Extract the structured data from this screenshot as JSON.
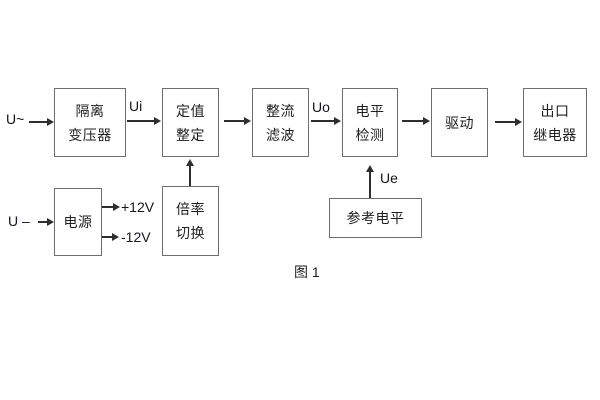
{
  "figure": {
    "caption": "图 1"
  },
  "colors": {
    "background": "#ffffff",
    "box_border": "#6e6e6e",
    "arrow_line": "#2e2e2e",
    "text": "#1f1f1f"
  },
  "blocks": {
    "isolation_transformer": {
      "lines": [
        "隔离",
        "变压器"
      ]
    },
    "setting_adjust": {
      "lines": [
        "定值",
        "整定"
      ]
    },
    "rectifier_filter": {
      "lines": [
        "整流",
        "滤波"
      ]
    },
    "level_detection": {
      "lines": [
        "电平",
        "检测"
      ]
    },
    "drive": {
      "lines": [
        "驱动"
      ]
    },
    "output_relay": {
      "lines": [
        "出口",
        "继电器"
      ]
    },
    "power_supply": {
      "lines": [
        "电源"
      ]
    },
    "ratio_switch": {
      "lines": [
        "倍率",
        "切换"
      ]
    },
    "reference_level": {
      "lines": [
        "参考电平"
      ]
    }
  },
  "signals": {
    "input_ac": "U~",
    "input_dc": "U –",
    "ui": "Ui",
    "uo": "Uo",
    "ue": "Ue",
    "plus12v": "+12V",
    "minus12v": "-12V"
  }
}
